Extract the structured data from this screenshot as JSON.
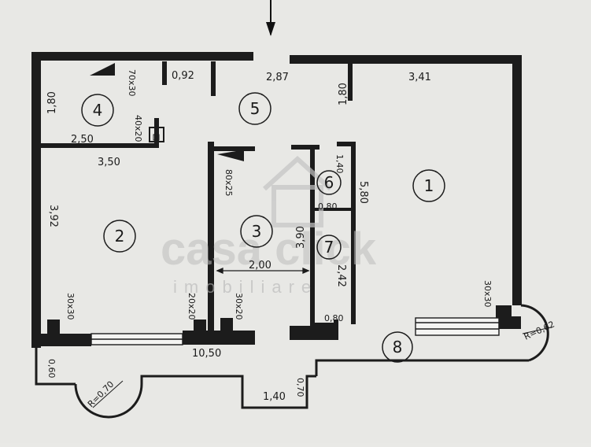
{
  "plan": {
    "rooms": [
      {
        "id": "1",
        "label": "1"
      },
      {
        "id": "2",
        "label": "2"
      },
      {
        "id": "3",
        "label": "3"
      },
      {
        "id": "4",
        "label": "4"
      },
      {
        "id": "5",
        "label": "5"
      },
      {
        "id": "6",
        "label": "6"
      },
      {
        "id": "7",
        "label": "7"
      },
      {
        "id": "8",
        "label": "8"
      }
    ],
    "dimensions": {
      "d_092": "0,92",
      "d_287": "2,87",
      "d_341": "3,41",
      "d_180a": "1,80",
      "d_180b": "1,80",
      "d_70x30": "70x30",
      "d_40x20": "40x20",
      "d_250": "2,50",
      "d_350": "3,50",
      "d_392": "3,92",
      "d_80x25": "80x25",
      "d_140": "1,40",
      "d_580": "5,80",
      "d_080a": "0,80",
      "d_390": "3,90",
      "d_200": "2,00",
      "d_242": "2,42",
      "d_30x30a": "30x30",
      "d_20x20": "20x20",
      "d_30x20": "30x20",
      "d_30x30b": "30x30",
      "d_080b": "0,80",
      "d_1050": "10,50",
      "d_r062": "R=0,62",
      "d_060": "0,60",
      "d_r070": "R=0,70",
      "d_070": "0,70",
      "d_140b": "1,40"
    }
  },
  "watermark": {
    "brand": "casa click",
    "sub": "imobiliare"
  }
}
